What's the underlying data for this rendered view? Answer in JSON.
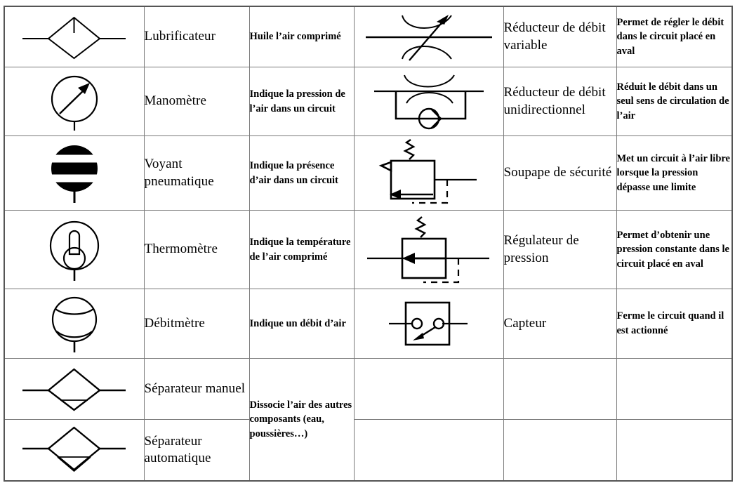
{
  "table": {
    "columns": [
      "symbol",
      "name",
      "description",
      "symbol",
      "name",
      "description"
    ],
    "rows": [
      {
        "left": {
          "symbol": "lubricator-symbol",
          "name": "Lubrificateur",
          "desc": "Huile l’air comprimé"
        },
        "right": {
          "symbol": "variable-flow-restrictor-symbol",
          "name": "Réducteur de débit variable",
          "desc": "Permet de régler le débit dans le circuit placé en aval"
        }
      },
      {
        "left": {
          "symbol": "pressure-gauge-symbol",
          "name": "Manomètre",
          "desc": "Indique la pression de l’air dans un circuit"
        },
        "right": {
          "symbol": "unidirectional-flow-restrictor-symbol",
          "name": "Réducteur de débit unidirectionnel",
          "desc": "Réduit le débit dans un seul sens de circulation de l’air"
        }
      },
      {
        "left": {
          "symbol": "pneumatic-indicator-symbol",
          "name": "Voyant pneumatique",
          "desc": "Indique la présence d’air dans un circuit"
        },
        "right": {
          "symbol": "safety-valve-symbol",
          "name": "Soupape de sécurité",
          "desc": "Met un circuit à l’air libre lorsque la pression dépasse une limite"
        }
      },
      {
        "left": {
          "symbol": "thermometer-symbol",
          "name": "Thermomètre",
          "desc": "Indique la température de l’air comprimé"
        },
        "right": {
          "symbol": "pressure-regulator-symbol",
          "name": "Régulateur de pression",
          "desc": "Permet d’obtenir une pression constante dans le circuit placé en aval"
        }
      },
      {
        "left": {
          "symbol": "flow-meter-symbol",
          "name": "Débitmètre",
          "desc": "Indique un débit d’air"
        },
        "right": {
          "symbol": "sensor-symbol",
          "name": "Capteur",
          "desc": "Ferme le circuit quand il est actionné"
        }
      },
      {
        "left": {
          "symbol": "manual-separator-symbol",
          "name": "Séparateur manuel",
          "desc": "Dissocie l’air des autres composants (eau, poussières…)"
        },
        "right": {
          "symbol": "",
          "name": "",
          "desc": ""
        }
      },
      {
        "left": {
          "symbol": "automatic-separator-symbol",
          "name": "Séparateur automatique",
          "desc": ""
        },
        "right": {
          "symbol": "",
          "name": "",
          "desc": ""
        }
      }
    ]
  },
  "colors": {
    "border": "#7a7a7a",
    "outer_border": "#555555",
    "ink": "#000000",
    "background": "#ffffff"
  }
}
